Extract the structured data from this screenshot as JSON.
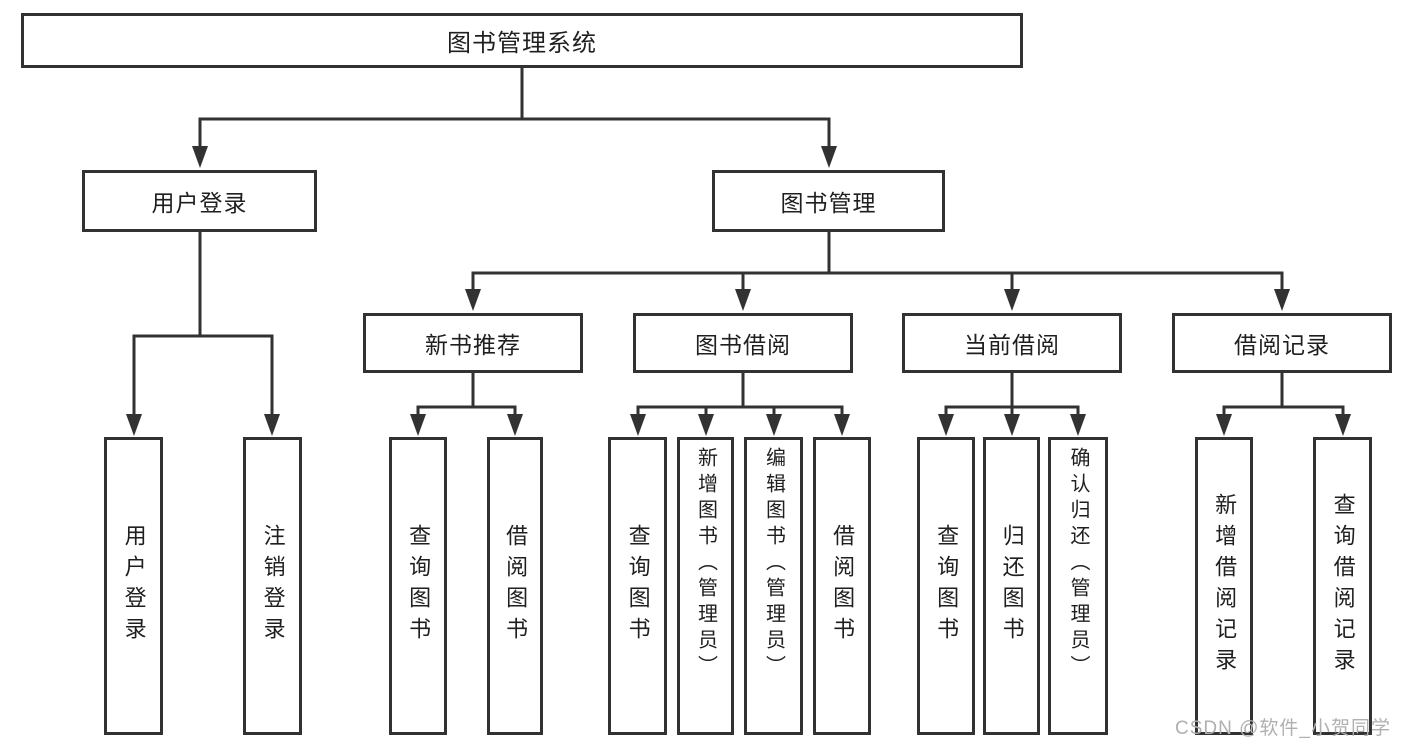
{
  "tree": {
    "label": "图书管理系统",
    "children": [
      {
        "label": "用户登录",
        "children": [
          {
            "label": "用户登录"
          },
          {
            "label": "注销登录"
          }
        ]
      },
      {
        "label": "图书管理",
        "children": [
          {
            "label": "新书推荐",
            "children": [
              {
                "label": "查询图书"
              },
              {
                "label": "借阅图书"
              }
            ]
          },
          {
            "label": "图书借阅",
            "children": [
              {
                "label": "查询图书"
              },
              {
                "label": "新增图书（管理员）"
              },
              {
                "label": "编辑图书（管理员）"
              },
              {
                "label": "借阅图书"
              }
            ]
          },
          {
            "label": "当前借阅",
            "children": [
              {
                "label": "查询图书"
              },
              {
                "label": "归还图书"
              },
              {
                "label": "确认归还（管理员）"
              }
            ]
          },
          {
            "label": "借阅记录",
            "children": [
              {
                "label": "新增借阅记录"
              },
              {
                "label": "查询借阅记录"
              }
            ]
          }
        ]
      }
    ]
  },
  "watermark": {
    "text": "CSDN @软件_小贺同学"
  },
  "colors": {
    "line": "#323232",
    "text": "#1f1f1f",
    "background": "#ffffff",
    "watermark": "#b0b0b0"
  }
}
